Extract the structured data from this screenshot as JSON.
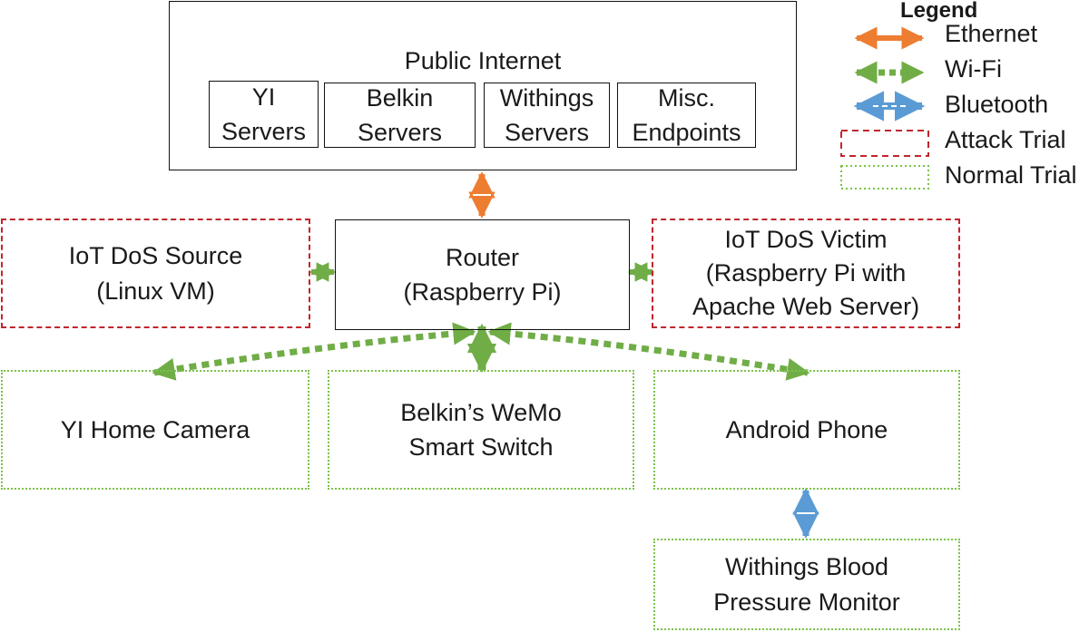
{
  "legend": {
    "title": "Legend",
    "items": [
      {
        "label": "Ethernet",
        "color": "#ed7d31"
      },
      {
        "label": "Wi-Fi",
        "color": "#70ad47"
      },
      {
        "label": "Bluetooth",
        "color": "#5b9bd5"
      },
      {
        "label": "Attack Trial",
        "color": "#c0262d"
      },
      {
        "label": "Normal Trial",
        "color": "#7cc24a"
      }
    ]
  },
  "internet": {
    "title": "Public Internet",
    "servers": [
      {
        "line1": "YI",
        "line2": "Servers"
      },
      {
        "line1": "Belkin",
        "line2": "Servers"
      },
      {
        "line1": "Withings",
        "line2": "Servers"
      },
      {
        "line1": "Misc.",
        "line2": "Endpoints"
      }
    ]
  },
  "router": {
    "line1": "Router",
    "line2": "(Raspberry Pi)"
  },
  "dos_source": {
    "line1": "IoT DoS Source",
    "line2": "(Linux VM)"
  },
  "dos_victim": {
    "line1": "IoT DoS Victim",
    "line2": "(Raspberry Pi with",
    "line3": "Apache Web Server)"
  },
  "camera": {
    "line1": "YI Home Camera"
  },
  "wemo": {
    "line1": "Belkin’s WeMo",
    "line2": "Smart Switch"
  },
  "phone": {
    "line1": "Android Phone"
  },
  "bp_monitor": {
    "line1": "Withings Blood",
    "line2": "Pressure Monitor"
  }
}
